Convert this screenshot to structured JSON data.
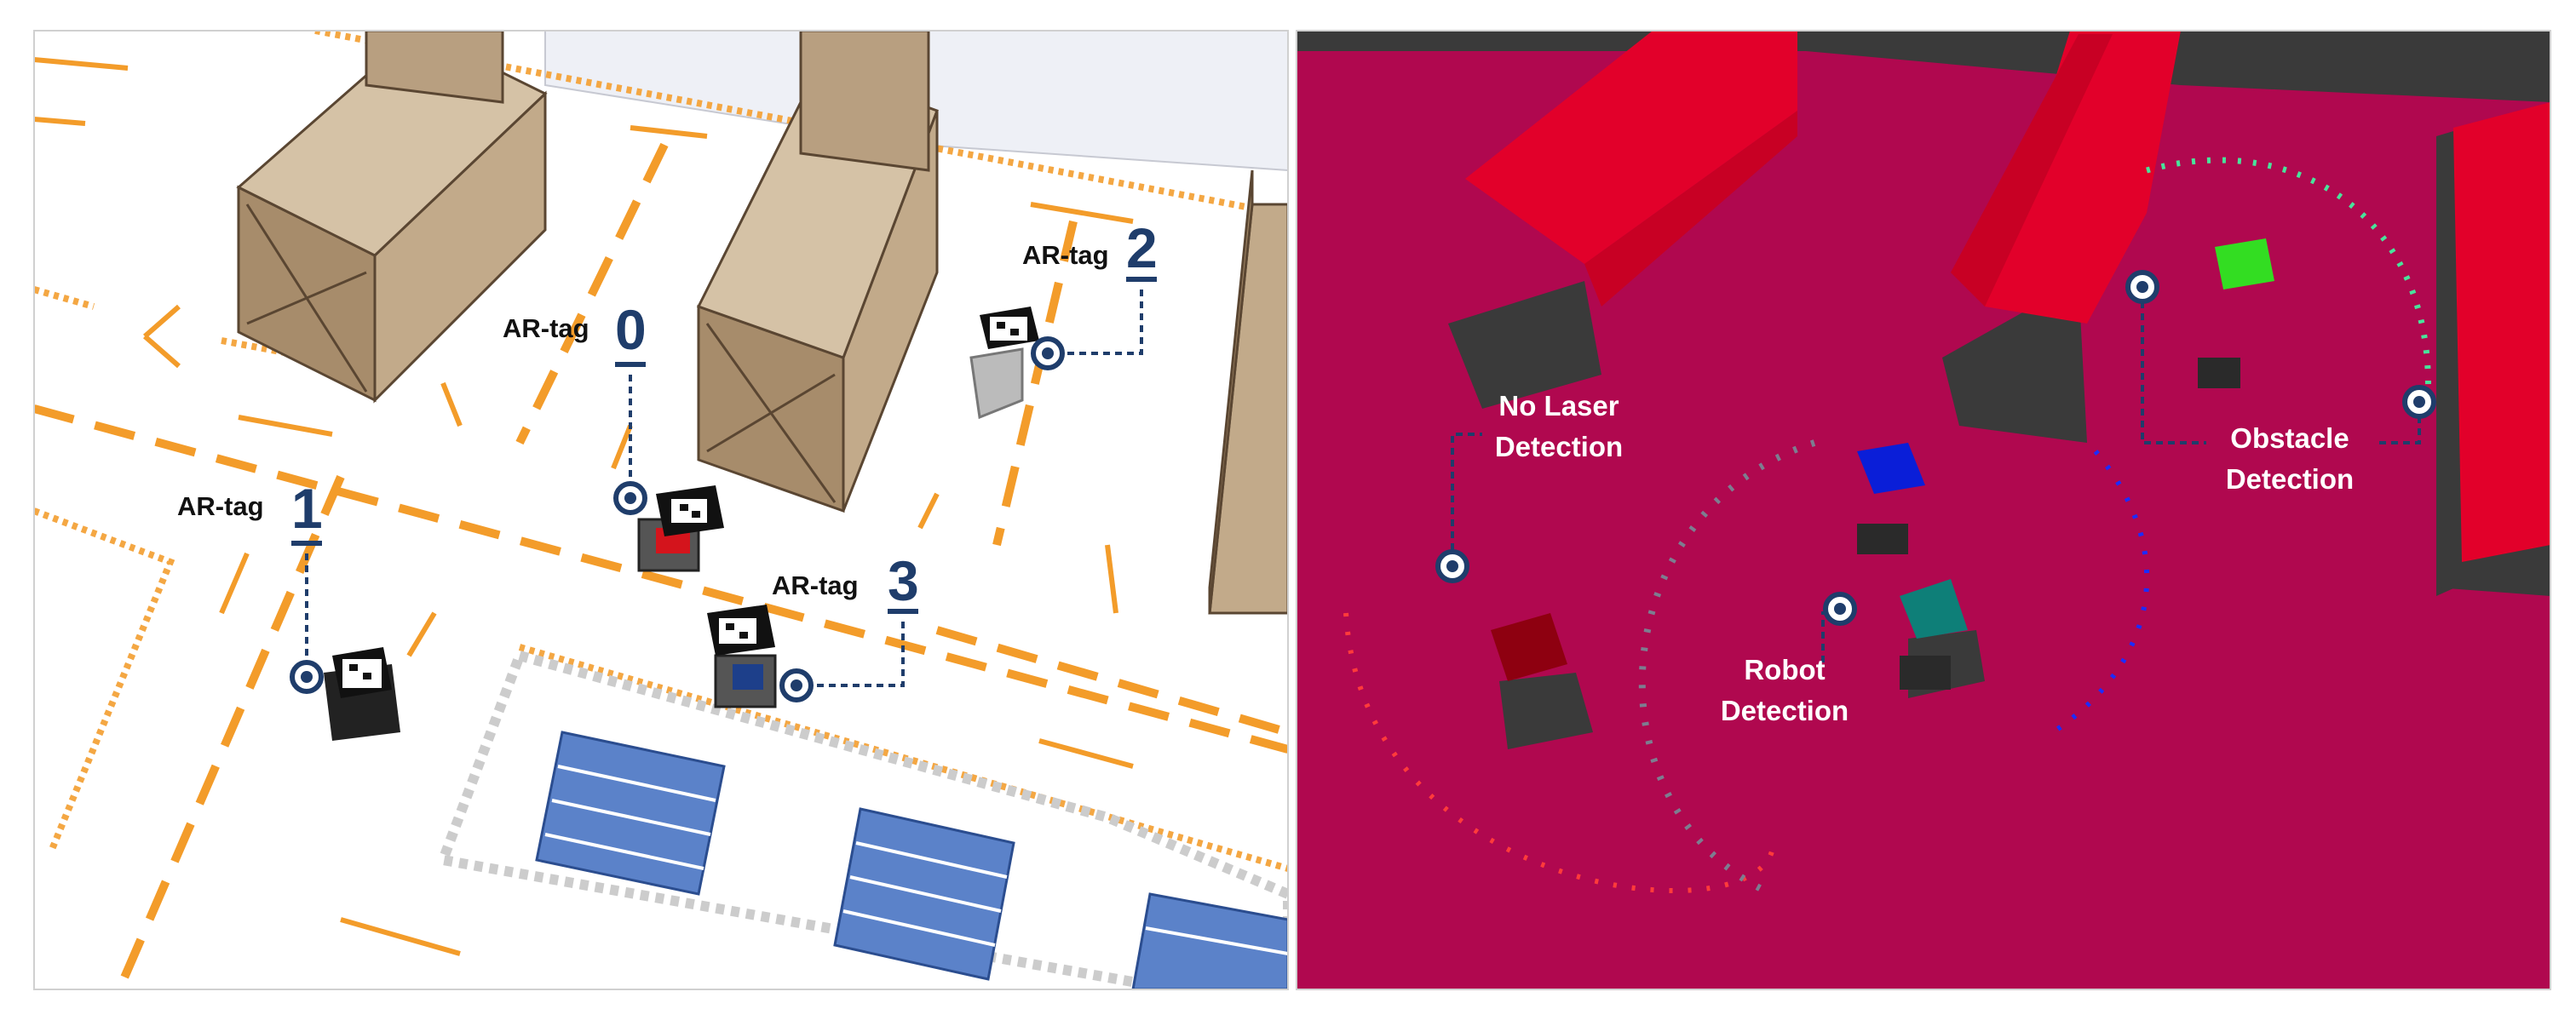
{
  "left_panel": {
    "floor_color": "#ffffff",
    "lane_color": "#f39c2a",
    "shelf_color": "#b89f80",
    "pallet_color": "#5b82c9",
    "leader_color": "#1f3d6b",
    "tags": [
      {
        "prefix": "AR-tag",
        "number": "0"
      },
      {
        "prefix": "AR-tag",
        "number": "1"
      },
      {
        "prefix": "AR-tag",
        "number": "2"
      },
      {
        "prefix": "AR-tag",
        "number": "3"
      }
    ]
  },
  "right_panel": {
    "background_color": "#b0084f",
    "rack_color": "#e2002a",
    "shadow_color": "#3a3a3a",
    "obstacle_marker_color": "#33dd22",
    "robot_marker_colors": [
      "#0a1ed8",
      "#0e7f78",
      "#8e0010"
    ],
    "labels": [
      {
        "text_lines": [
          "No Laser",
          "Detection"
        ]
      },
      {
        "text_lines": [
          "Robot",
          "Detection"
        ]
      },
      {
        "text_lines": [
          "Obstacle",
          "Detection"
        ]
      }
    ]
  }
}
